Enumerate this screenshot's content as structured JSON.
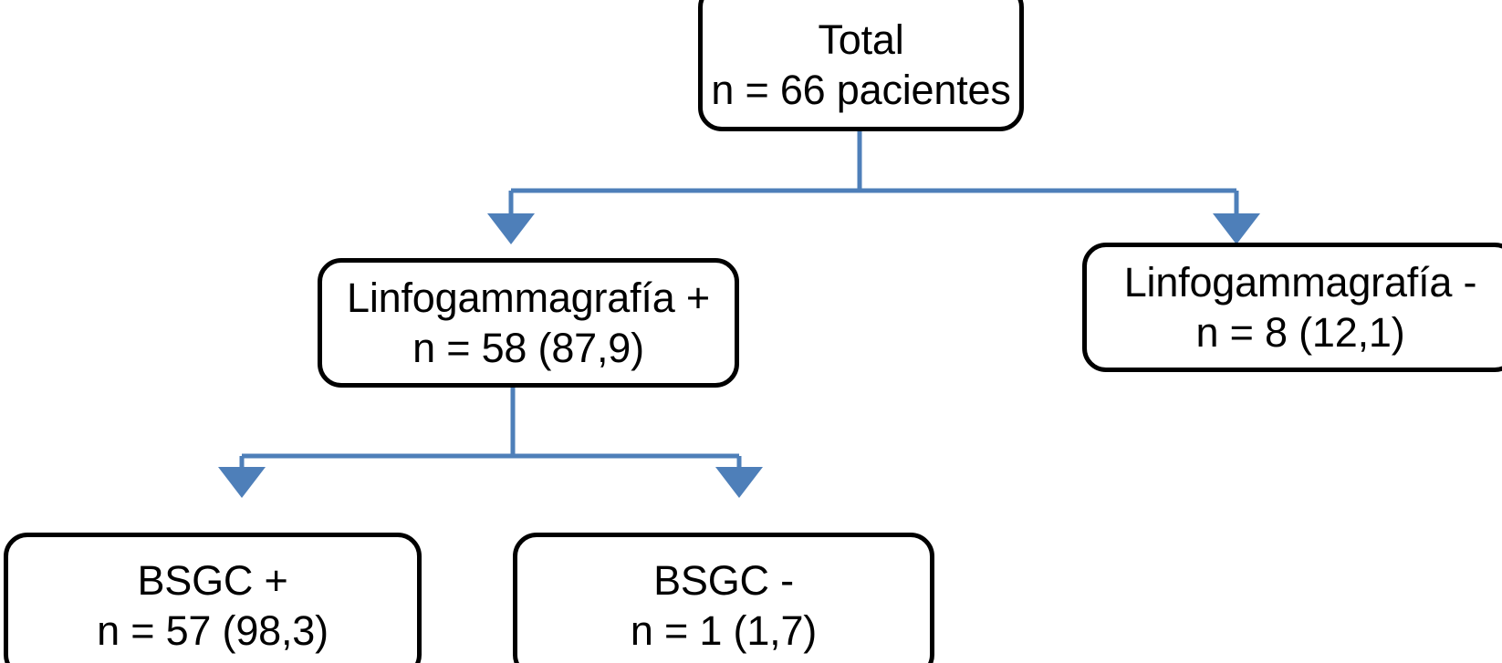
{
  "diagram": {
    "type": "flowchart",
    "orientation": "top-down",
    "language": "es",
    "colors": {
      "node_border": "#000000",
      "node_fill": "#FFFFFF",
      "text": "#000000",
      "connector": "#4E7FB9",
      "background": "#FFFFFF"
    },
    "nodes": [
      {
        "id": "total",
        "name": "total-node",
        "line1": "Total",
        "line2": "n = 66 pacientes",
        "count": 66,
        "percent": null,
        "level": 1
      },
      {
        "id": "linfo-pos",
        "name": "linfogammagrafia-positiva-node",
        "line1": "Linfogammagrafía +",
        "line2": "n = 58 (87,9)",
        "count": 58,
        "percent": "87,9",
        "level": 2
      },
      {
        "id": "linfo-neg",
        "name": "linfogammagrafia-negativa-node",
        "line1": "Linfogammagrafía -",
        "line2": "n = 8 (12,1)",
        "count": 8,
        "percent": "12,1",
        "level": 2
      },
      {
        "id": "bsgc-pos",
        "name": "bsgc-positiva-node",
        "line1": "BSGC +",
        "line2": "n = 57 (98,3)",
        "count": 57,
        "percent": "98,3",
        "level": 3
      },
      {
        "id": "bsgc-neg",
        "name": "bsgc-negativa-node",
        "line1": "BSGC -",
        "line2": "n = 1 (1,7)",
        "count": 1,
        "percent": "1,7",
        "level": 3
      }
    ],
    "edges": [
      {
        "from": "total",
        "to": "linfo-pos",
        "arrow": "down"
      },
      {
        "from": "total",
        "to": "linfo-neg",
        "arrow": "down"
      },
      {
        "from": "linfo-pos",
        "to": "bsgc-pos",
        "arrow": "down"
      },
      {
        "from": "linfo-pos",
        "to": "bsgc-neg",
        "arrow": "down"
      }
    ]
  }
}
